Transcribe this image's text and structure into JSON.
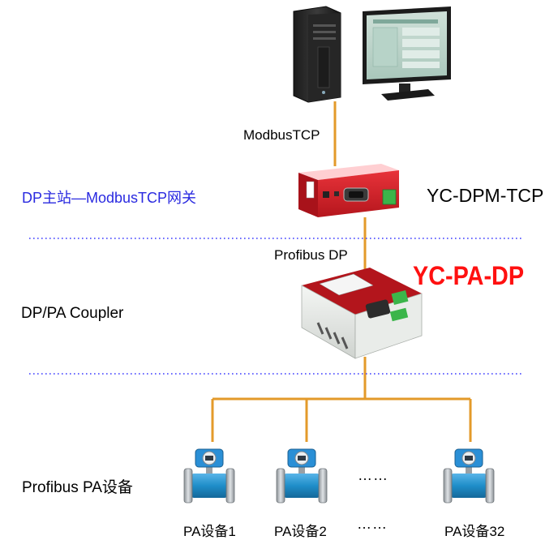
{
  "labels": {
    "top_link": "ModbusTCP",
    "master_gateway": "DP主站—ModbusTCP网关",
    "gateway_model": "YC-DPM-TCP",
    "mid_link": "Profibus DP",
    "coupler_model": "YC-PA-DP",
    "coupler_level": "DP/PA Coupler",
    "pa_devices": "Profibus PA设备",
    "device_1": "PA设备1",
    "device_2": "PA设备2",
    "device_32": "PA设备32",
    "ellipsis_row": "……",
    "ellipsis_labels": "……"
  },
  "colors": {
    "bus_line": "#e39a2a",
    "divider": "#3a3aff",
    "master_text": "#2a2ae0",
    "coupler_text": "#ff1010",
    "gateway_body": "#d7202a",
    "transmitter_head": "#2a8fd6",
    "flow_tube": "#1f8ec9"
  },
  "icons": {
    "workstation": "pc-with-monitor-icon",
    "gateway": "din-rail-gateway-icon",
    "coupler": "dp-pa-coupler-icon",
    "transmitter": "electromagnetic-flowmeter-icon"
  }
}
